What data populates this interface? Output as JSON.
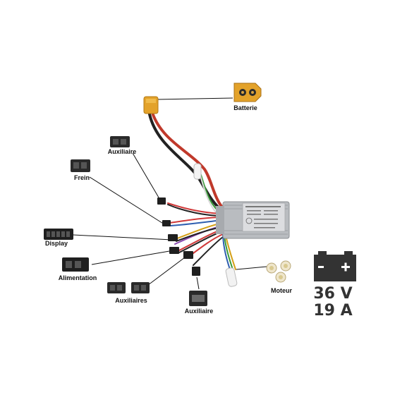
{
  "labels": {
    "batterie": "Batterie",
    "auxiliaire_top": "Auxiliaire",
    "frein": "Frein",
    "display": "Display",
    "alimentation": "Alimentation",
    "auxiliaires": "Auxiliaires",
    "auxiliaire_bottom": "Auxiliaire",
    "moteur": "Moteur"
  },
  "battery": {
    "voltage": "36 V",
    "current": "19 A",
    "minus": "-",
    "plus": "+"
  },
  "colors": {
    "wire_red": "#c0392b",
    "wire_black": "#222222",
    "wire_yellow": "#d4a017",
    "wire_green": "#3a9a3a",
    "wire_blue": "#2f5fb0",
    "wire_white": "#e8e8e8",
    "connector_yellow": "#e3a22a",
    "controller_body": "#b9bcc0",
    "battery_icon": "#333333"
  }
}
